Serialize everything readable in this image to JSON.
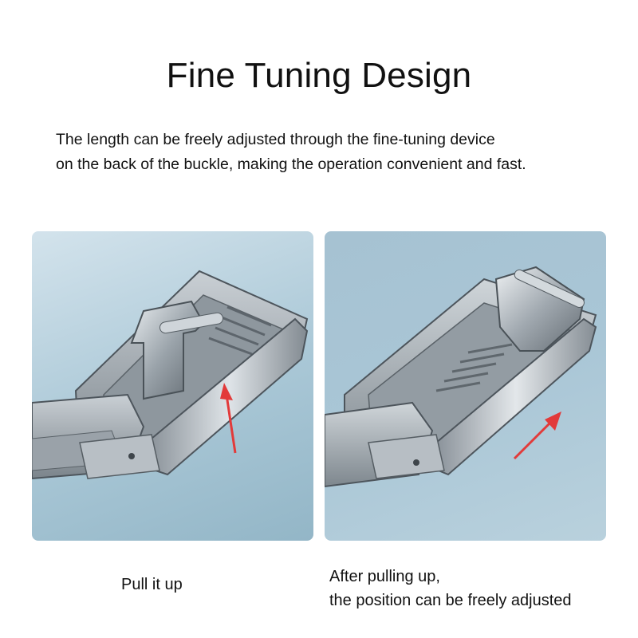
{
  "title": "Fine Tuning Design",
  "description": {
    "line1": "The length can be freely adjusted through the fine-tuning device",
    "line2": "on the back of the buckle, making the operation convenient and fast."
  },
  "panels": [
    {
      "caption": "Pull it up",
      "arrow_color": "#e23a3a"
    },
    {
      "caption_line1": "After pulling up,",
      "caption_line2": "the position can be freely adjusted",
      "arrow_color": "#e23a3a"
    }
  ]
}
